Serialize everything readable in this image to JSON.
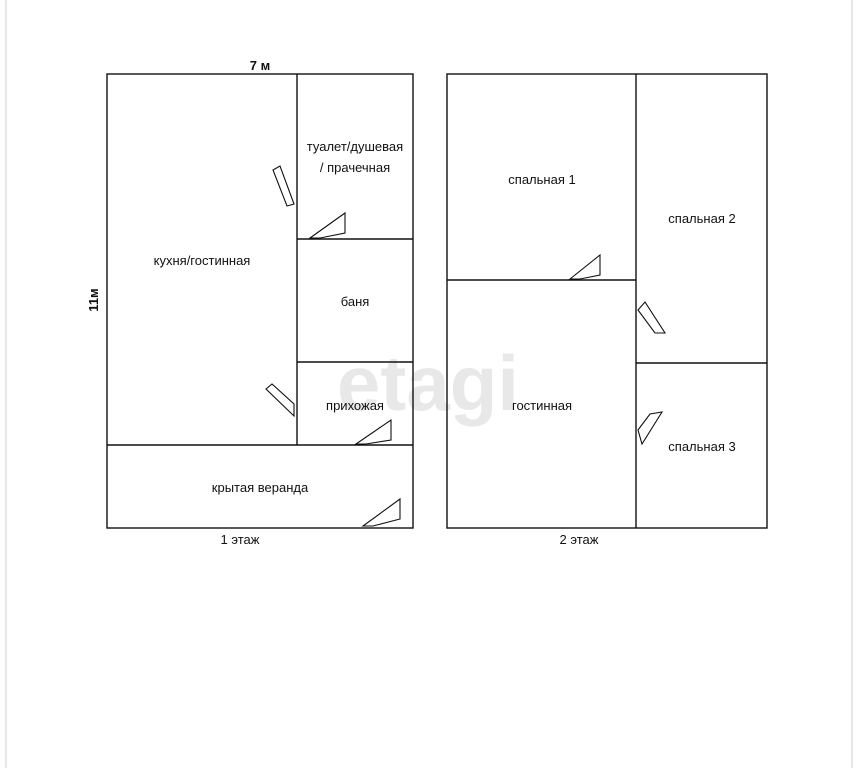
{
  "dimensions": {
    "width_label": "7 м",
    "height_label": "11м"
  },
  "floor1": {
    "caption": "1 этаж",
    "rooms": {
      "kitchen_living": "кухня/гостинная",
      "toilet_line1": "туалет/душевая",
      "toilet_line2": "/ прачечная",
      "sauna": "баня",
      "hallway": "прихожая",
      "veranda": "крытая веранда"
    }
  },
  "floor2": {
    "caption": "2 этаж",
    "rooms": {
      "bedroom1": "спальная 1",
      "bedroom2": "спальная 2",
      "living": "гостинная",
      "bedroom3": "спальная 3"
    }
  },
  "watermark": "etagi"
}
